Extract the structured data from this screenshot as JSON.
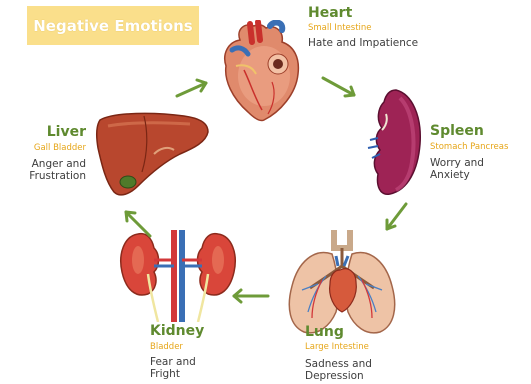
{
  "title": "Negative Emotions",
  "colors": {
    "title_bg": "#fadf8b",
    "organ_name": "#5f8a2f",
    "paired_organ": "#e6a619",
    "emotion_text": "#3d3d3d",
    "arrow": "#6e9b39"
  },
  "organs": {
    "heart": {
      "name": "Heart",
      "paired": "Small Intestine",
      "emotion": [
        "Hate and Impatience"
      ]
    },
    "spleen": {
      "name": "Spleen",
      "paired": "Stomach Pancreas",
      "emotion": [
        "Worry and",
        "Anxiety"
      ]
    },
    "lung": {
      "name": "Lung",
      "paired": "Large Intestine",
      "emotion": [
        "Sadness and",
        "Depression"
      ]
    },
    "kidney": {
      "name": "Kidney",
      "paired": "Bladder",
      "emotion": [
        "Fear and",
        "Fright"
      ]
    },
    "liver": {
      "name": "Liver",
      "paired": "Gall Bladder",
      "emotion": [
        "Anger and",
        "Frustration"
      ]
    }
  },
  "cycle_order": [
    "heart",
    "spleen",
    "lung",
    "kidney",
    "liver"
  ]
}
